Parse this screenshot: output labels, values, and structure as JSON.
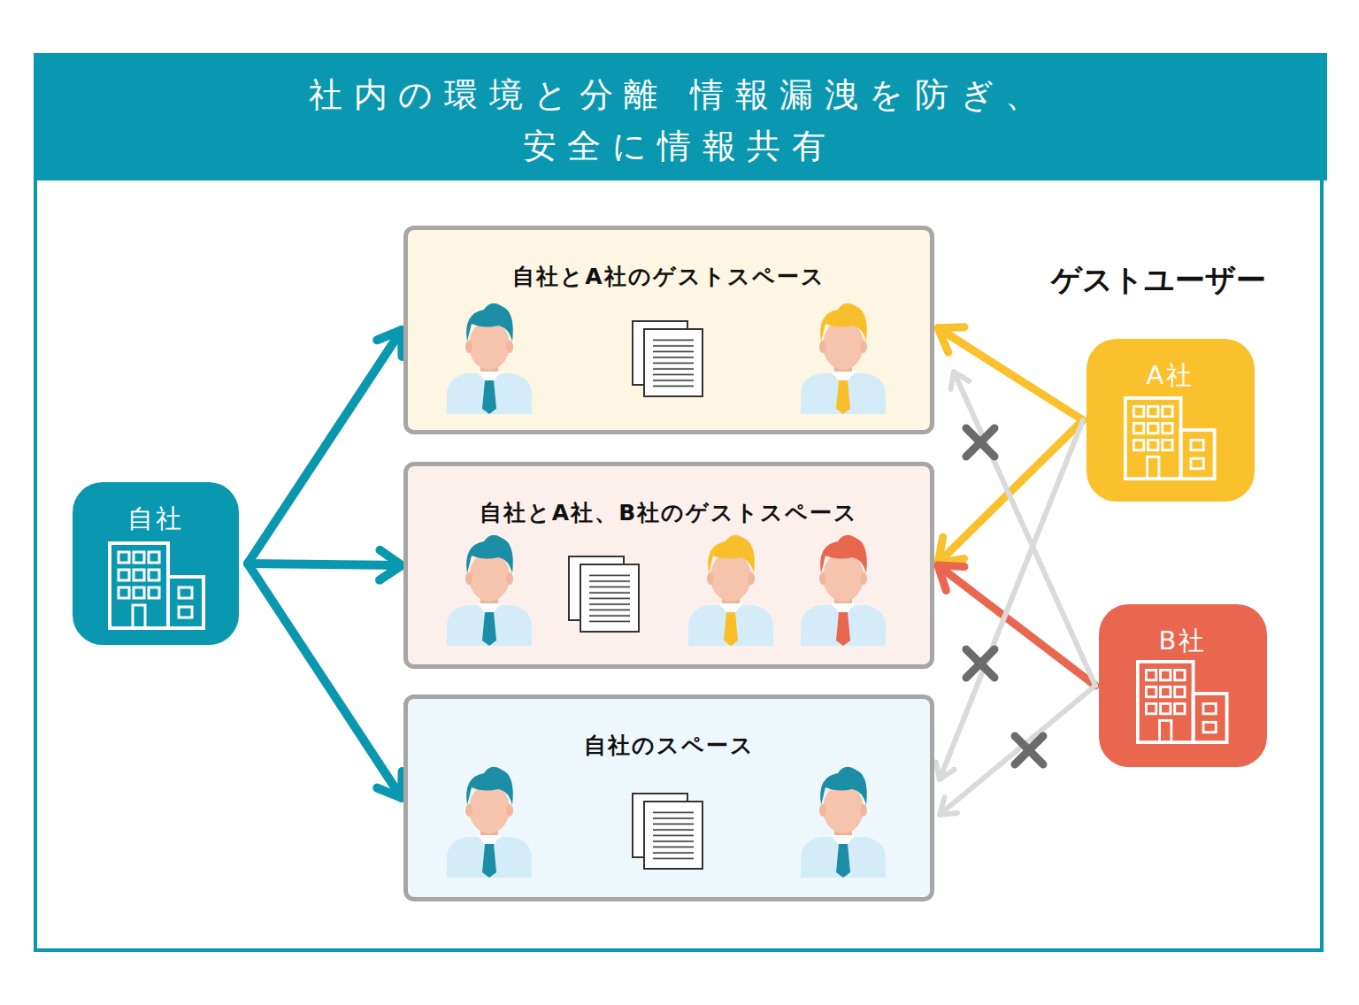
{
  "diagram": {
    "title": "社内の環境と分離 情報漏洩を防ぎ、安全に情報共有",
    "nodes": [
      {
        "text": [
          "自社"
        ]
      },
      {
        "text": [
          "自社とA社のゲストスペース"
        ]
      },
      {
        "text": [
          "自社とA社、B社のゲストスペース"
        ]
      },
      {
        "text": [
          "自社のスペース"
        ]
      },
      {
        "text": [
          "A社"
        ]
      },
      {
        "text": [
          "B社"
        ]
      }
    ],
    "edges": [
      {
        "from": 0,
        "to": 1,
        "arrow": "to"
      },
      {
        "from": 0,
        "to": 2,
        "arrow": "to"
      },
      {
        "from": 0,
        "to": 3,
        "arrow": "to"
      },
      {
        "from": 4,
        "to": 1,
        "arrow": "to"
      },
      {
        "from": 4,
        "to": 2,
        "arrow": "to"
      },
      {
        "from": 5,
        "to": 2,
        "arrow": "to"
      },
      {
        "from": 5,
        "to": 1,
        "arrow": "to"
      },
      {
        "from": 4,
        "to": 3,
        "arrow": "to"
      },
      {
        "from": 5,
        "to": 3,
        "arrow": "to"
      }
    ],
    "labels": [
      "ゲストユーザー"
    ]
  }
}
